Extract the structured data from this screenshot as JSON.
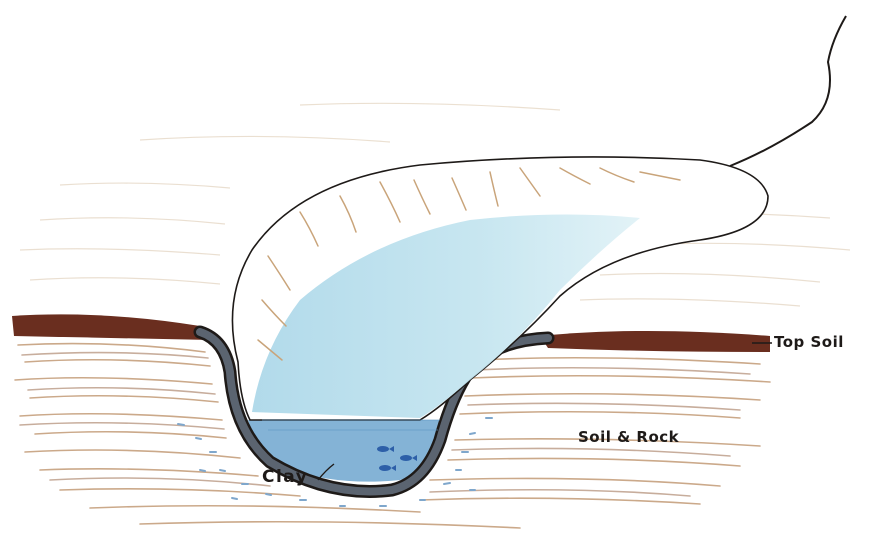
{
  "labels": {
    "top_soil": "Top Soil",
    "soil_rock": "Soil & Rock",
    "clay": "Clay"
  },
  "colors": {
    "top_soil": "#6a2e1f",
    "clay_liner": "#5b6470",
    "water_shallow": "#bfe3ef",
    "water_deep": "#6fa6cf",
    "soil_lines_tan": "#cba98a",
    "soil_lines_brown": "#9b6b4c",
    "outline": "#1e1a18",
    "paper": "#ffffff"
  },
  "icons": [
    "fish-icon",
    "fish-icon",
    "fish-icon"
  ]
}
